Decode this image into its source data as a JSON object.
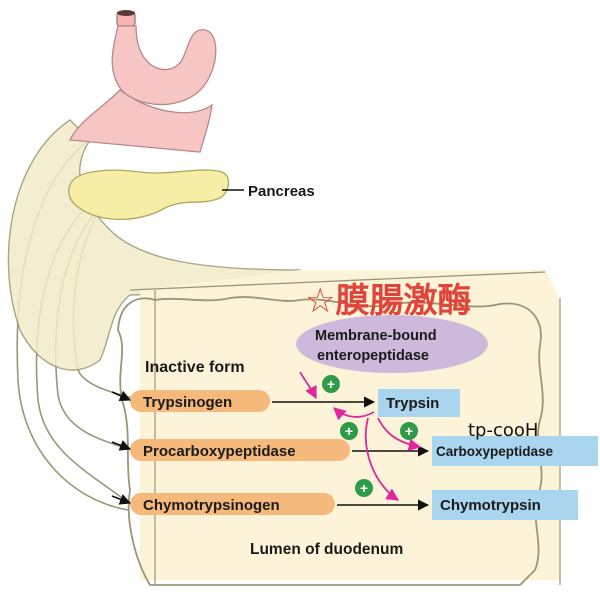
{
  "labels": {
    "pancreas": "Pancreas",
    "inactive_form": "Inactive form",
    "membrane_line1": "Membrane-bound",
    "membrane_line2": "enteropeptidase",
    "lumen": "Lumen of duodenum",
    "plus": "+"
  },
  "zymogens": [
    "Trypsinogen",
    "Procarboxypeptidase",
    "Chymotrypsinogen"
  ],
  "enzymes": [
    "Trypsin",
    "Carboxypeptidase",
    "Chymotrypsin"
  ],
  "annotations": {
    "handwritten_title": "☆膜腸激酶",
    "handwritten_note": "tp-cooH"
  },
  "colors": {
    "stomach": "#f7c6c4",
    "pancreas": "#f6eea6",
    "duodenum": "#fdf3d9",
    "tube_outline": "#9b9675",
    "zymogen_box": "#f6b97c",
    "enzyme_box": "#a9d5ee",
    "membrane_ellipse": "#c9b2db",
    "plus_circle": "#2e9b48",
    "magenta_arrow": "#e0289a",
    "handwriting_red": "#e0443a"
  }
}
